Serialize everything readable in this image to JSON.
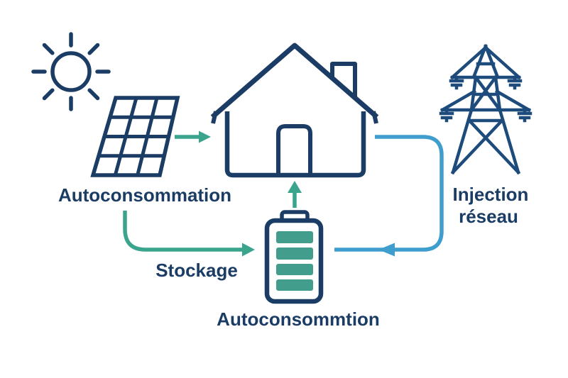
{
  "labels": {
    "solar": "Autoconsommation",
    "storage": "Stockage",
    "battery": "Autoconsommtion",
    "grid_line1": "Injection",
    "grid_line2": "réseau"
  },
  "icons": {
    "sun": "sun-icon",
    "solar_panel": "solar-panel-icon",
    "house": "house-icon",
    "battery": "battery-icon",
    "pylon": "electricity-pylon-icon"
  },
  "colors": {
    "navy": "#1b3c64",
    "pylon_blue": "#1d4b7c",
    "teal": "#3aa48d",
    "battery_fill": "#429d8c",
    "sky_blue": "#3f9ecd",
    "background": "#ffffff"
  }
}
